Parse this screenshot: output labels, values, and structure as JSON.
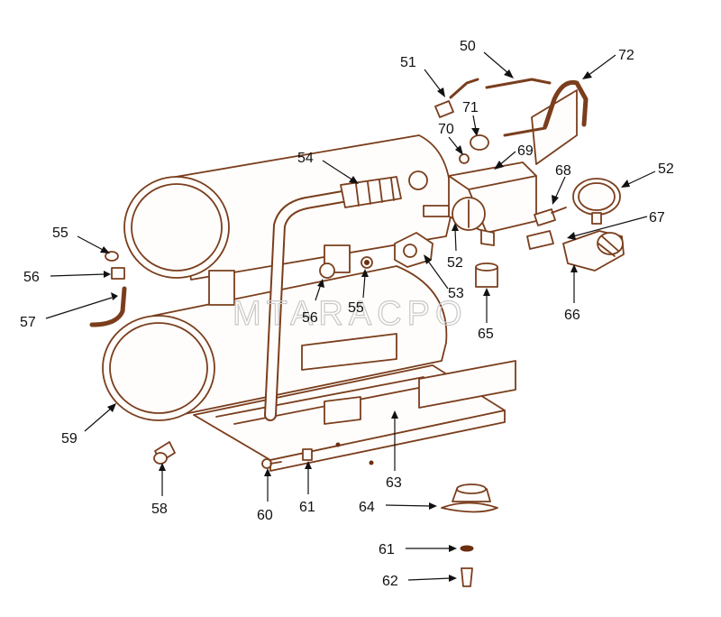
{
  "watermark": "MTARACPO",
  "callouts": [
    {
      "id": "c50",
      "label": "50"
    },
    {
      "id": "c51",
      "label": "51"
    },
    {
      "id": "c72",
      "label": "72"
    },
    {
      "id": "c71",
      "label": "71"
    },
    {
      "id": "c70",
      "label": "70"
    },
    {
      "id": "c69",
      "label": "69"
    },
    {
      "id": "c54",
      "label": "54"
    },
    {
      "id": "c68",
      "label": "68"
    },
    {
      "id": "c52a",
      "label": "52"
    },
    {
      "id": "c67",
      "label": "67"
    },
    {
      "id": "c55a",
      "label": "55"
    },
    {
      "id": "c56a",
      "label": "56"
    },
    {
      "id": "c57",
      "label": "57"
    },
    {
      "id": "c56b",
      "label": "56"
    },
    {
      "id": "c55b",
      "label": "55"
    },
    {
      "id": "c52b",
      "label": "52"
    },
    {
      "id": "c53",
      "label": "53"
    },
    {
      "id": "c65",
      "label": "65"
    },
    {
      "id": "c66",
      "label": "66"
    },
    {
      "id": "c59",
      "label": "59"
    },
    {
      "id": "c63",
      "label": "63"
    },
    {
      "id": "c58",
      "label": "58"
    },
    {
      "id": "c60",
      "label": "60"
    },
    {
      "id": "c61a",
      "label": "61"
    },
    {
      "id": "c64",
      "label": "64"
    },
    {
      "id": "c61b",
      "label": "61"
    },
    {
      "id": "c62",
      "label": "62"
    }
  ]
}
